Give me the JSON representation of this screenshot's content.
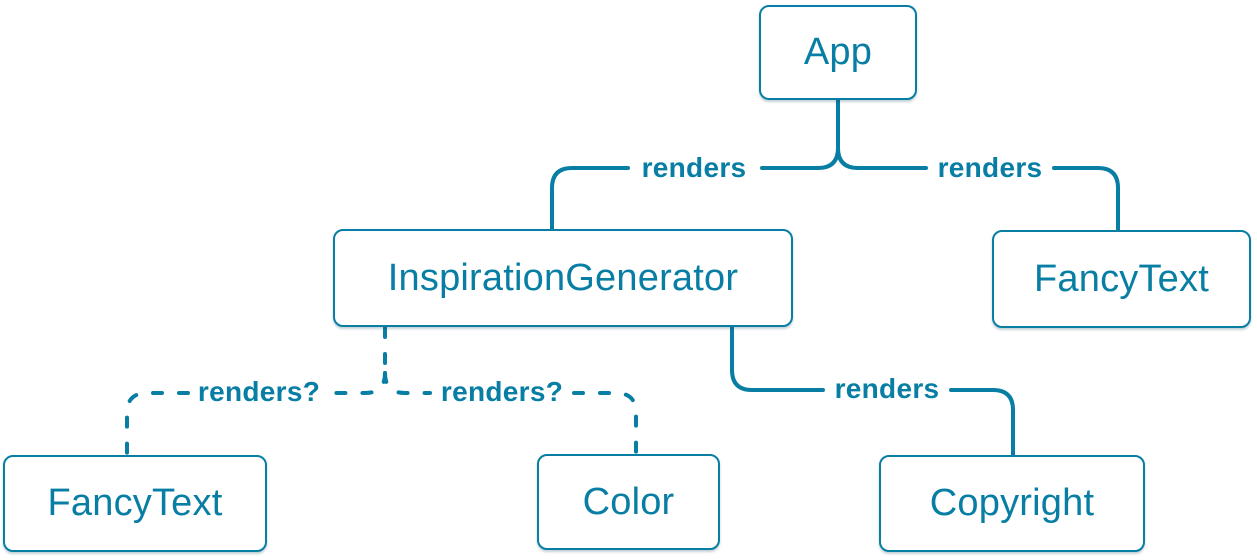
{
  "diagram": {
    "description": "React render tree diagram",
    "colors": {
      "accent": "#087EA4",
      "node_background": "#FFFFFF",
      "page_background": "#FFFFFF"
    },
    "nodes": [
      {
        "id": "app",
        "label": "App"
      },
      {
        "id": "inspiration-generator",
        "label": "InspirationGenerator"
      },
      {
        "id": "fancy-text-top",
        "label": "FancyText"
      },
      {
        "id": "fancy-text-bottom",
        "label": "FancyText"
      },
      {
        "id": "color",
        "label": "Color"
      },
      {
        "id": "copyright",
        "label": "Copyright"
      }
    ],
    "edges": [
      {
        "from": "App",
        "to": "InspirationGenerator",
        "label": "renders",
        "style": "solid"
      },
      {
        "from": "App",
        "to": "FancyText",
        "label": "renders",
        "style": "solid"
      },
      {
        "from": "InspirationGenerator",
        "to": "FancyText",
        "label": "renders?",
        "style": "dashed"
      },
      {
        "from": "InspirationGenerator",
        "to": "Color",
        "label": "renders?",
        "style": "dashed"
      },
      {
        "from": "InspirationGenerator",
        "to": "Copyright",
        "label": "renders",
        "style": "solid"
      }
    ]
  }
}
